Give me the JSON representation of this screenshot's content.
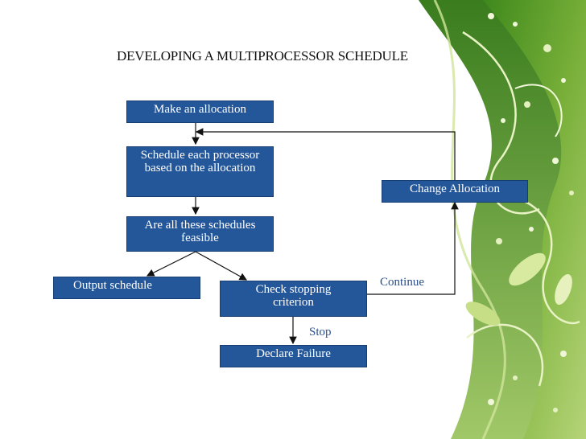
{
  "title": "DEVELOPING A MULTIPROCESSOR SCHEDULE",
  "nodes": {
    "make_allocation": "Make an allocation",
    "schedule_each": "Schedule each processor based on the allocation",
    "feasible_check": "Are all these schedules feasible",
    "output_schedule": "Output schedule",
    "check_stopping": "Check stopping criterion",
    "declare_failure": "Declare Failure",
    "change_allocation": "Change Allocation"
  },
  "edge_labels": {
    "continue": "Continue",
    "stop": "Stop"
  },
  "colors": {
    "box_fill": "#24579a",
    "box_text": "#ffffff",
    "arrow": "#111111",
    "decor_green": "#6aa32a"
  }
}
